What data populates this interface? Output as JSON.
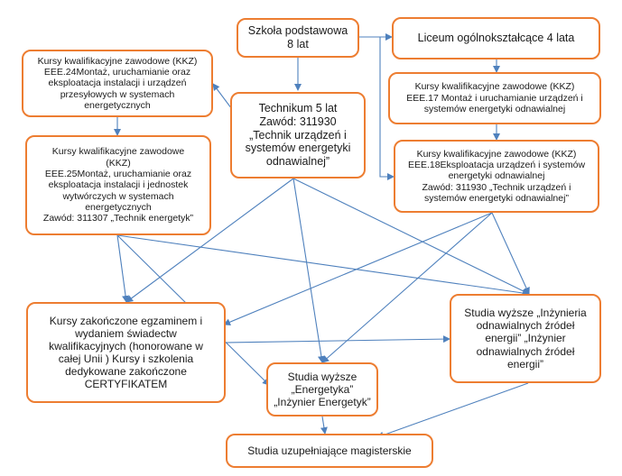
{
  "nodes": {
    "szkola": {
      "lines": [
        "Szkoła podstawowa",
        "8 lat"
      ]
    },
    "liceum": {
      "lines": [
        "Liceum ogólnokształcące 4  lata"
      ]
    },
    "kkz24": {
      "lines": [
        "Kursy kwalifikacyjne zawodowe (KKZ)",
        "EEE.24Montaż, uruchamianie oraz",
        "eksploatacja instalacji i urządzeń",
        "przesyłowych w systemach",
        "energetycznych"
      ]
    },
    "technikum": {
      "lines": [
        "Technikum 5 lat",
        "Zawód: 311930",
        "„Technik urządzeń i",
        "systemów energetyki",
        "odnawialnej”"
      ]
    },
    "kkz17": {
      "lines": [
        "Kursy kwalifikacyjne zawodowe (KKZ)",
        "EEE.17 Montaż i uruchamianie urządzeń i",
        "systemów energetyki odnawialnej"
      ]
    },
    "kkz18": {
      "lines": [
        "Kursy kwalifikacyjne zawodowe (KKZ)",
        "EEE.18Eksploatacja urządzeń i systemów",
        "energetyki odnawialnej",
        "Zawód: 311930 „Technik urządzeń i",
        "systemów energetyki odnawialnej”"
      ]
    },
    "kkz25": {
      "lines": [
        "Kursy kwalifikacyjne zawodowe",
        "(KKZ)",
        "EEE.25Montaż, uruchamianie oraz",
        "eksploatacja instalacji i jednostek",
        "wytwórczych w systemach",
        "energetycznych",
        "Zawód: 311307 „Technik energetyk”"
      ]
    },
    "kursy": {
      "lines": [
        "Kursy zakończone egzaminem i",
        "wydaniem świadectw",
        "kwalifikacyjnych (honorowane w",
        "całej Unii ) Kursy i szkolenia",
        "dedykowane zakończone",
        "CERTYFIKATEM"
      ]
    },
    "studia_oze": {
      "lines": [
        "Studia wyższe „Inżynieria",
        "odnawialnych źródeł",
        "energii” „Inżynier",
        "odnawialnych źródeł",
        "energii”"
      ]
    },
    "studia_en": {
      "lines": [
        "Studia wyższe",
        "„Energetyka”",
        "„Inżynier Energetyk”"
      ]
    },
    "magister": {
      "lines": [
        "Studia uzupełniające magisterskie"
      ]
    }
  },
  "colors": {
    "border": "#ED7D31",
    "arrow": "#4F81BD"
  }
}
